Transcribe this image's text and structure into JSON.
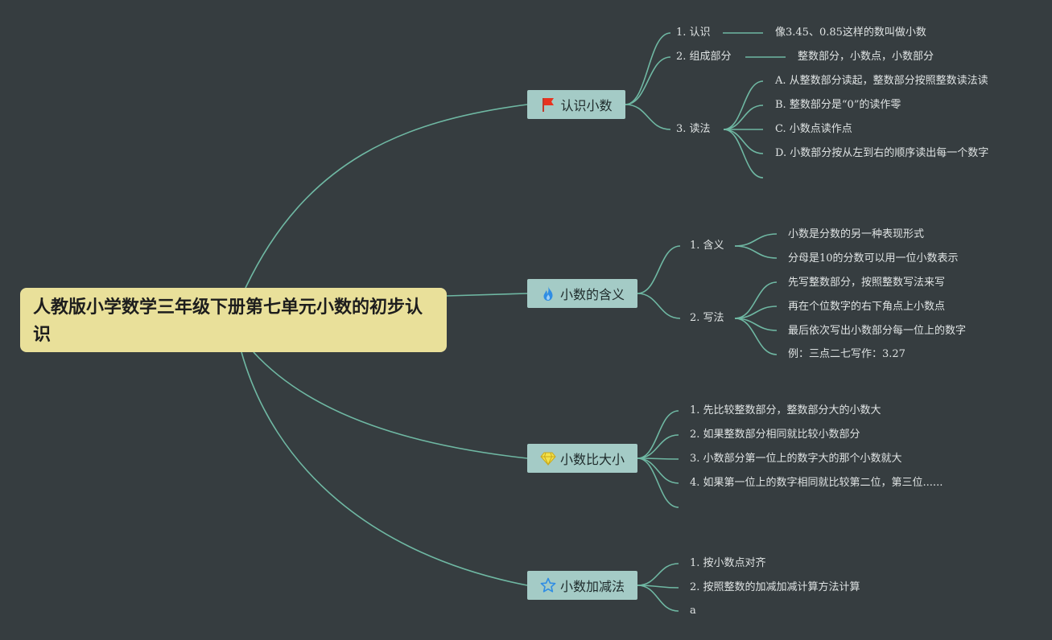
{
  "root": {
    "title": "人教版小学数学三年级下册第七单元小数的初步认识"
  },
  "topics": [
    {
      "label": "认识小数",
      "icon": "red-flag-icon",
      "children": [
        {
          "label": "1. 认识",
          "children": [
            "像3.45、0.85这样的数叫做小数"
          ]
        },
        {
          "label": "2. 组成部分",
          "children": [
            "整数部分，小数点，小数部分"
          ]
        },
        {
          "label": "3. 读法",
          "children": [
            "A. 从整数部分读起，整数部分按照整数读法读",
            "B. 整数部分是“0”的读作零",
            "C. 小数点读作点",
            "D. 小数部分按从左到右的顺序读出每一个数字",
            ""
          ]
        }
      ]
    },
    {
      "label": "小数的含义",
      "icon": "fire-icon",
      "children": [
        {
          "label": "1. 含义",
          "children": [
            "小数是分数的另一种表现形式",
            "分母是10的分数可以用一位小数表示"
          ]
        },
        {
          "label": "2. 写法",
          "children": [
            "先写整数部分，按照整数写法来写",
            "再在个位数字的右下角点上小数点",
            "最后依次写出小数部分每一位上的数字",
            "例：三点二七写作：3.27"
          ]
        }
      ]
    },
    {
      "label": "小数比大小",
      "icon": "diamond-icon",
      "children": [
        {
          "label": "1. 先比较整数部分，整数部分大的小数大"
        },
        {
          "label": "2. 如果整数部分相同就比较小数部分"
        },
        {
          "label": "3. 小数部分第一位上的数字大的那个小数就大"
        },
        {
          "label": "4. 如果第一位上的数字相同就比较第二位，第三位......"
        },
        {
          "label": ""
        }
      ]
    },
    {
      "label": "小数加减法",
      "icon": "star-icon",
      "children": [
        {
          "label": "1. 按小数点对齐"
        },
        {
          "label": "2. 按照整数的加减加减计算方法计算"
        },
        {
          "label": "a"
        }
      ]
    }
  ],
  "colors": {
    "background": "#363d40",
    "line": "#6fb8a3",
    "root": "#e9e09a",
    "topic": "#a4cbc6",
    "text": "#dfe3e3"
  }
}
